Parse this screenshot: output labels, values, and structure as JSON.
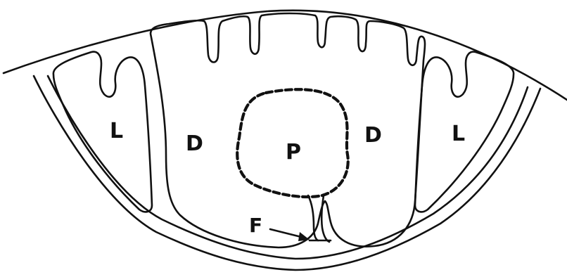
{
  "figure": {
    "labels": {
      "left_lateral": "L",
      "left_dorsal": "D",
      "center": "P",
      "right_dorsal": "D",
      "right_lateral": "L",
      "pointer": "F"
    }
  }
}
